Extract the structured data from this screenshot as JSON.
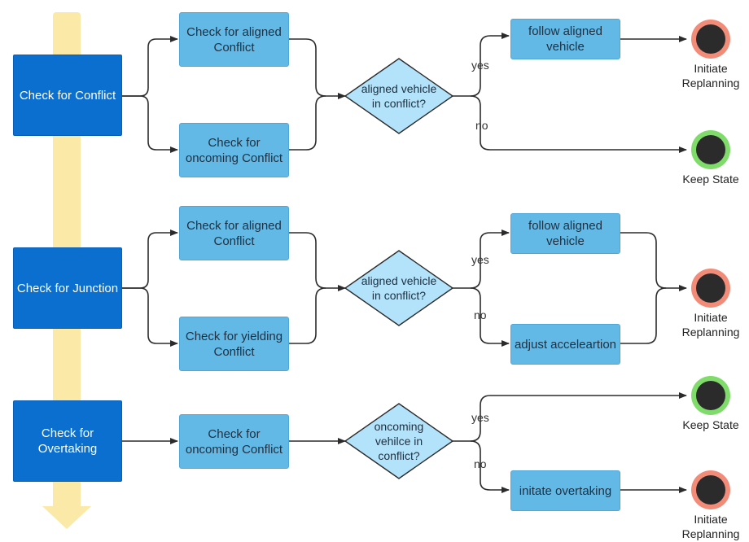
{
  "colors": {
    "main_box": "#0b6fcf",
    "step_box": "#63b9e6",
    "decision": "#b3e3fa",
    "timeline_arrow": "#fbe9a7",
    "terminal_replan": "#f28b78",
    "terminal_keep": "#7fdc6a",
    "terminal_core": "#2b2b2b",
    "connector": "#2b2b2b"
  },
  "rows": [
    {
      "main": "Check for Conflict",
      "steps": [
        "Check for aligned Conflict",
        "Check for oncoming Conflict"
      ],
      "decision": "aligned vehicle in conflict?",
      "yes_label": "yes",
      "no_label": "no",
      "yes_action": "follow aligned vehicle",
      "yes_outcome": "Initiate Replanning",
      "no_outcome": "Keep State"
    },
    {
      "main": "Check for Junction",
      "steps": [
        "Check for aligned Conflict",
        "Check for yielding Conflict"
      ],
      "decision": "aligned vehicle in conflict?",
      "yes_label": "yes",
      "no_label": "no",
      "yes_action": "follow aligned vehicle",
      "no_action": "adjust acceleartion",
      "outcome": "Initiate Replanning"
    },
    {
      "main": "Check for Overtaking",
      "steps": [
        "Check for oncoming Conflict"
      ],
      "decision": "oncoming vehilce in conflict?",
      "yes_label": "yes",
      "no_label": "no",
      "no_action": "initate overtaking",
      "yes_outcome": "Keep State",
      "no_outcome": "Initiate Replanning"
    }
  ]
}
